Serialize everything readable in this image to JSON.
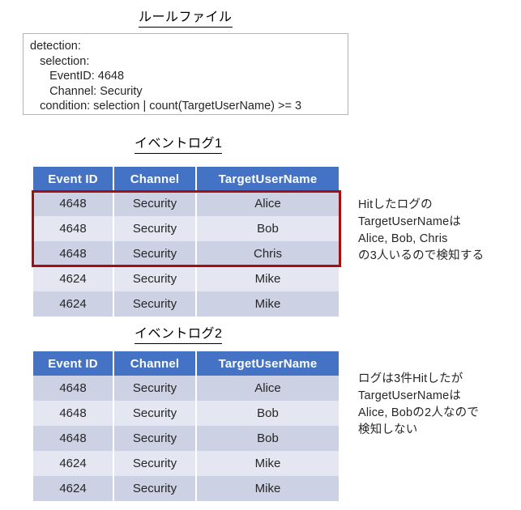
{
  "rule_section": {
    "title": "ルールファイル",
    "lines": [
      "detection:",
      "   selection:",
      "      EventID: 4648",
      "      Channel: Security",
      "   condition: selection | count(TargetUserName) >= 3"
    ]
  },
  "colors": {
    "header_blue": "#4472C4",
    "row_dark": "#CCD1E4",
    "row_light": "#E4E7F2",
    "highlight_red": "#A50F0F",
    "highlight_green": "#2FB43F",
    "box_border": "#B4B4B4"
  },
  "columns": [
    "Event ID",
    "Channel",
    "TargetUserName"
  ],
  "log1": {
    "title": "イベントログ1",
    "rows": [
      [
        "4648",
        "Security",
        "Alice"
      ],
      [
        "4648",
        "Security",
        "Bob"
      ],
      [
        "4648",
        "Security",
        "Chris"
      ],
      [
        "4624",
        "Security",
        "Mike"
      ],
      [
        "4624",
        "Security",
        "Mike"
      ]
    ],
    "highlight_rows": 3,
    "note": "Hitしたログの\nTargetUserNameは\nAlice, Bob, Chris\nの3人いるので検知する"
  },
  "log2": {
    "title": "イベントログ2",
    "rows": [
      [
        "4648",
        "Security",
        "Alice"
      ],
      [
        "4648",
        "Security",
        "Bob"
      ],
      [
        "4648",
        "Security",
        "Bob"
      ],
      [
        "4624",
        "Security",
        "Mike"
      ],
      [
        "4624",
        "Security",
        "Mike"
      ]
    ],
    "highlight_rows": 3,
    "note": "ログは3件Hitしたが\nTargetUserNameは\nAlice, Bobの2人なので\n検知しない"
  }
}
